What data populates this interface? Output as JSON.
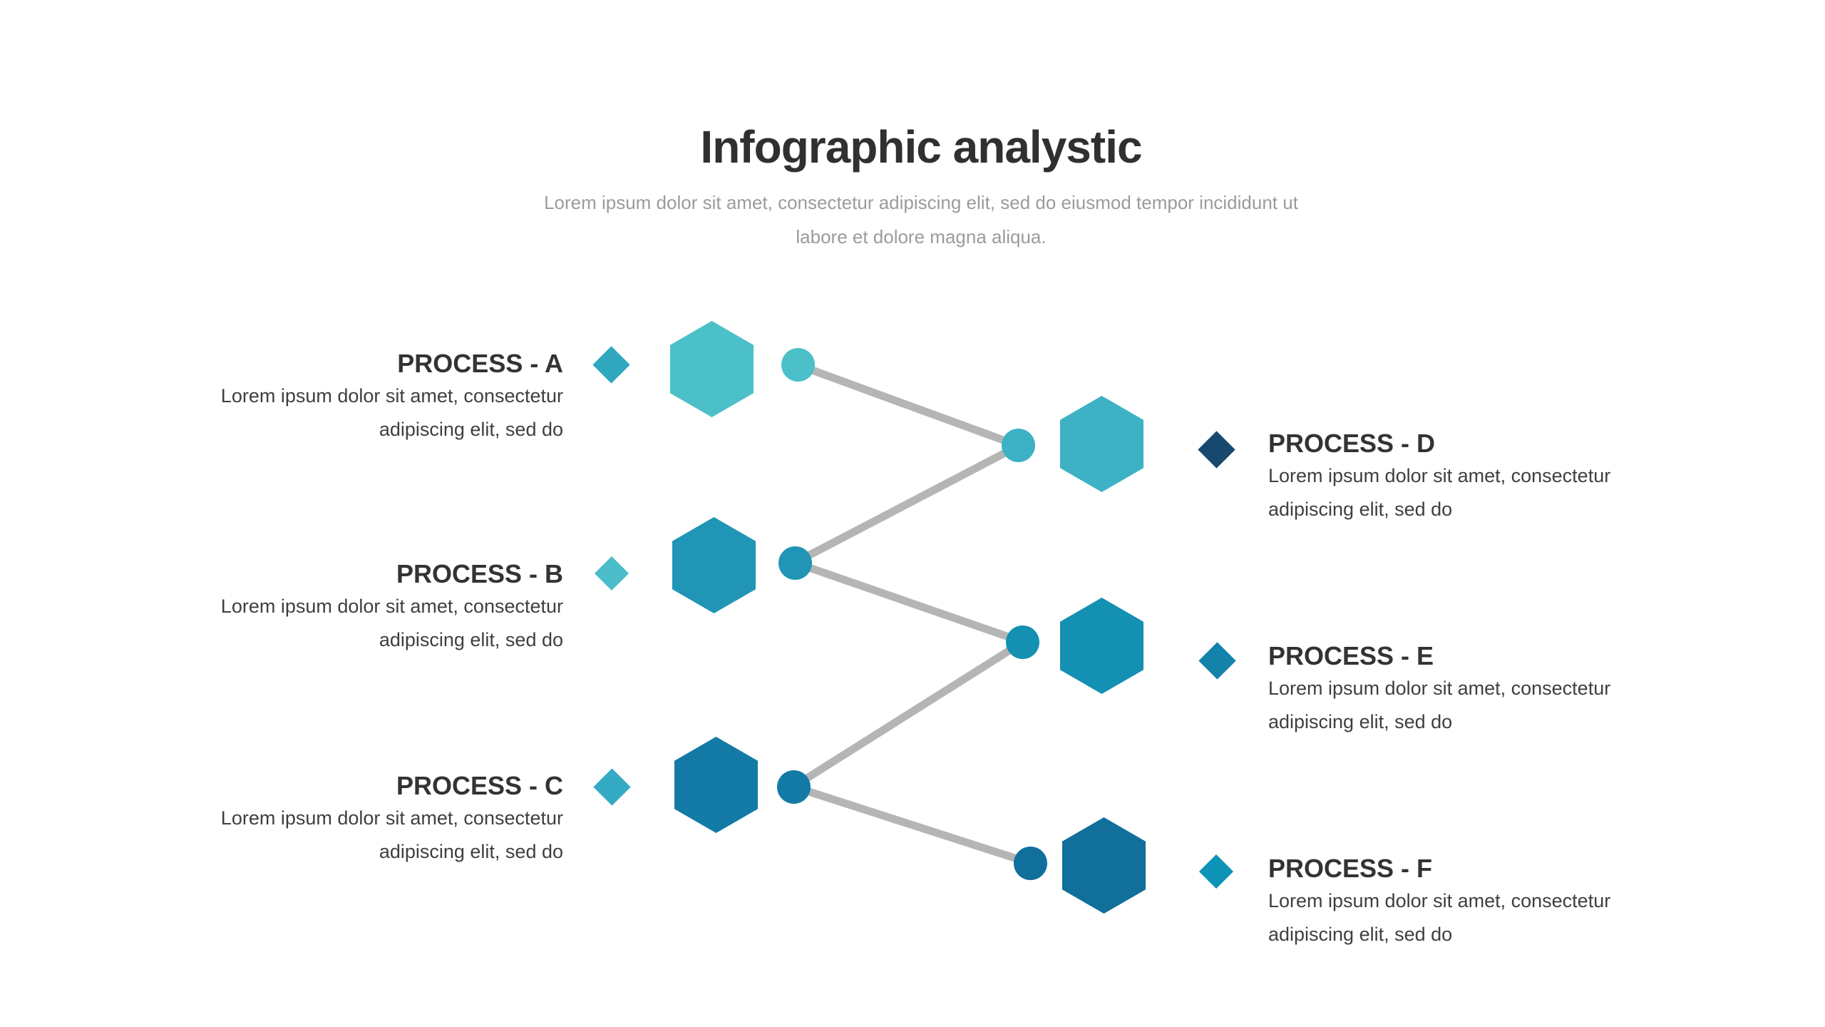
{
  "header": {
    "title": "Infographic analystic",
    "subtitle_line1": "Lorem ipsum dolor sit amet, consectetur adipiscing elit, sed do eiusmod tempor incididunt ut",
    "subtitle_line2": "labore et dolore magna aliqua."
  },
  "processes": [
    {
      "label": "PROCESS - A",
      "desc1": "Lorem ipsum dolor sit amet, consectetur",
      "desc2": "adipiscing elit, sed do",
      "colors": {
        "hexagon": "#4cc0c9",
        "dot": "#4cc0c9",
        "diamond": "#2fa7be"
      }
    },
    {
      "label": "PROCESS - B",
      "desc1": "Lorem ipsum dolor sit amet, consectetur",
      "desc2": "adipiscing elit, sed do",
      "colors": {
        "hexagon": "#2095b5",
        "dot": "#2095b5",
        "diamond": "#4bbcca"
      }
    },
    {
      "label": "PROCESS - C",
      "desc1": "Lorem ipsum dolor sit amet, consectetur",
      "desc2": "adipiscing elit, sed do",
      "colors": {
        "hexagon": "#137aa6",
        "dot": "#137aa6",
        "diamond": "#35aac4"
      }
    },
    {
      "label": "PROCESS - D",
      "desc1": "Lorem ipsum dolor sit amet, consectetur",
      "desc2": "adipiscing elit, sed do",
      "colors": {
        "hexagon": "#3cb2c4",
        "dot": "#3cb2c4",
        "diamond": "#17496e"
      }
    },
    {
      "label": "PROCESS - E",
      "desc1": "Lorem ipsum dolor sit amet, consectetur",
      "desc2": "adipiscing elit, sed do",
      "colors": {
        "hexagon": "#1390b2",
        "dot": "#1390b2",
        "diamond": "#1483ab"
      }
    },
    {
      "label": "PROCESS - F",
      "desc1": "Lorem ipsum dolor sit amet, consectetur",
      "desc2": "adipiscing elit, sed do",
      "colors": {
        "hexagon": "#106f9b",
        "dot": "#106f9b",
        "diamond": "#0d93b5"
      }
    }
  ],
  "colors": {
    "connector": "#b5b5b5",
    "background": "#ffffff"
  }
}
